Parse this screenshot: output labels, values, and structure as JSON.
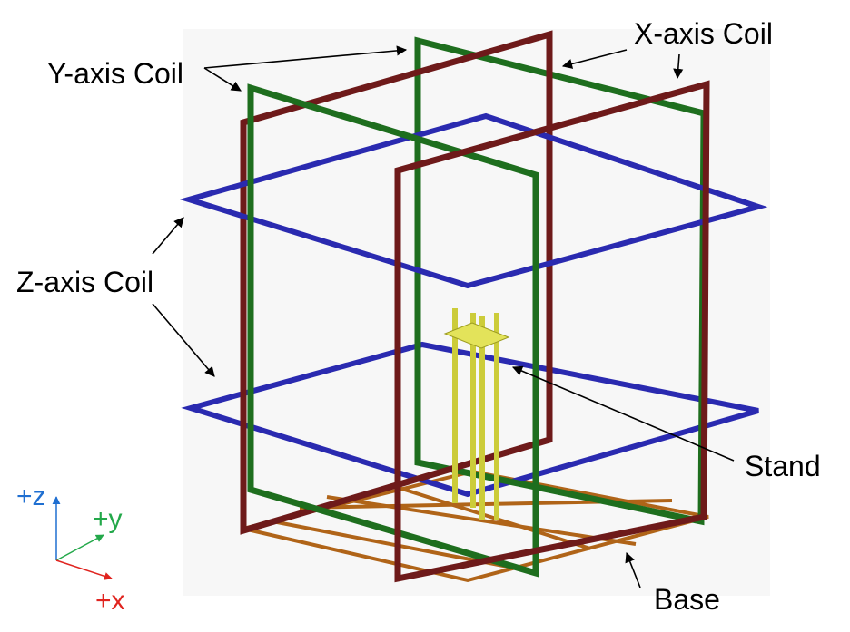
{
  "labels": {
    "y_axis_coil": "Y-axis Coil",
    "x_axis_coil": "X-axis Coil",
    "z_axis_coil": "Z-axis Coil",
    "stand": "Stand",
    "base": "Base"
  },
  "triad": {
    "z": "+z",
    "y": "+y",
    "x": "+x"
  },
  "colors": {
    "x_coil": "#6e1a1a",
    "y_coil": "#1e6e1e",
    "z_coil": "#2a2ab0",
    "stand": "#cccc3a",
    "base": "#b06418",
    "axis_z": "#1f6fd1",
    "axis_y": "#23a84a",
    "axis_x": "#e0241f",
    "background": "#f7f7f7"
  }
}
